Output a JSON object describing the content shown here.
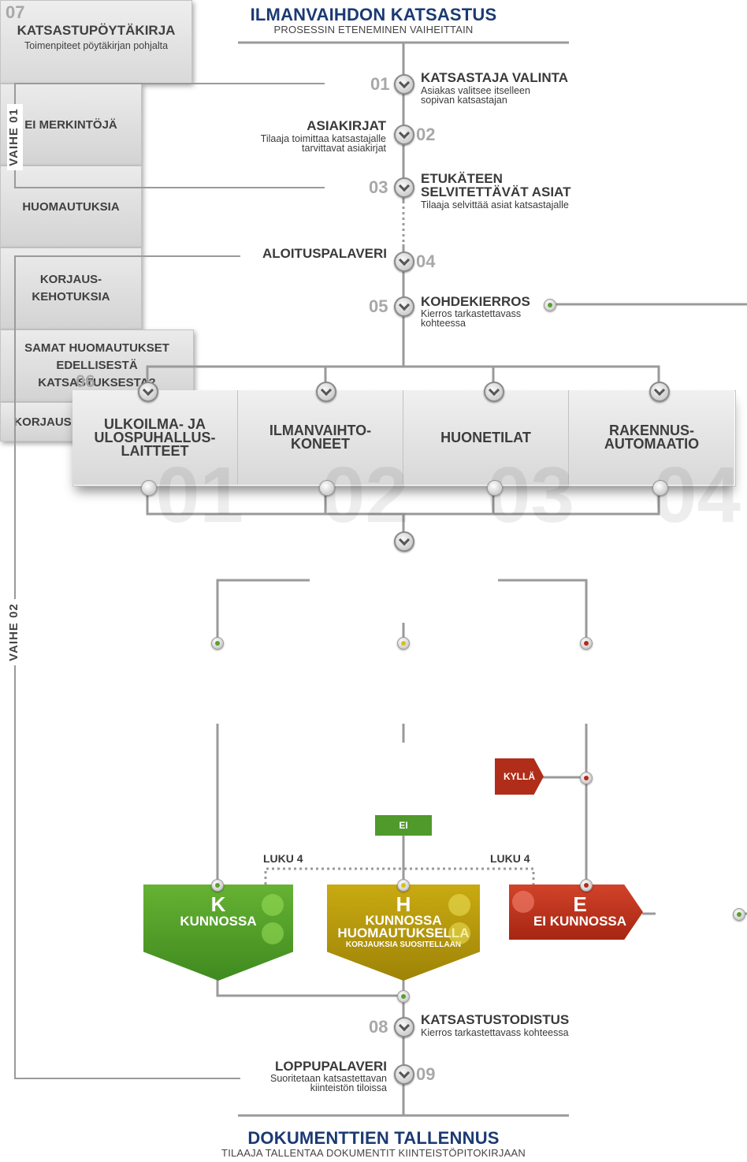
{
  "header": {
    "title": "ILMANVAIHDON KATSASTUS",
    "subtitle": "PROSESSIN ETENEMINEN VAIHEITTAIN"
  },
  "footer": {
    "title": "DOKUMENTTIEN TALLENNUS",
    "subtitle": "TILAAJA TALLENTAA DOKUMENTIT KIINTEISTÖPITOKIRJAAN"
  },
  "phases": {
    "phase1": "VAIHE 01",
    "phase2": "VAIHE 02"
  },
  "steps": [
    {
      "num": "01",
      "title": "KATSASTAJA  VALINTA",
      "desc1": "Asiakas valitsee itselleen",
      "desc2": "sopivan katsastajan"
    },
    {
      "num": "02",
      "title": "ASIAKIRJAT",
      "desc1": "Tilaaja toimittaa katsastajalle",
      "desc2": "tarvittavat asiakirjat"
    },
    {
      "num": "03",
      "title1": "ETUKÄTEEN",
      "title2": "SELVITETTÄVÄT ASIAT",
      "desc1": "Tilaaja selvittää asiat katsastajalle"
    },
    {
      "num": "04",
      "title": "ALOITUSPALAVERI"
    },
    {
      "num": "05",
      "title": "KOHDEKIERROS",
      "desc1": "Kierros tarkastettavass",
      "desc2": "kohteessa"
    },
    {
      "num": "06"
    },
    {
      "num": "07",
      "title": "KATSASTUPÖYTÄKIRJA",
      "desc1": "Toimenpiteet pöytäkirjan pohjalta"
    },
    {
      "num": "08",
      "title": "KATSASTUSTODISTUS",
      "desc1": "Kierros tarkastettavass kohteessa"
    },
    {
      "num": "09",
      "title": "LOPPUPALAVERI",
      "desc1": "Suoritetaan katsastettavan",
      "desc2": "kiinteistön tiloissa"
    }
  ],
  "categories": [
    {
      "l1": "ULKOILMA- JA",
      "l2": "ULOSPUHALLUS-",
      "l3": "LAITTEET",
      "watermark": "01"
    },
    {
      "l1": "ILMANVAIHTO-",
      "l2": "KONEET",
      "watermark": "02"
    },
    {
      "l1": "HUONETILAT",
      "watermark": "03"
    },
    {
      "l1": "RAKENNUS-",
      "l2": "AUTOMAATIO",
      "watermark": "04"
    }
  ],
  "results": [
    {
      "label": "EI MERKINTÖJÄ"
    },
    {
      "label": "HUOMAUTUKSIA"
    },
    {
      "l1": "KORJAUS-",
      "l2": "KEHOTUKSIA"
    }
  ],
  "question": {
    "l1": "SAMAT HUOMAUTUKSET",
    "l2": "EDELLISESTÄ",
    "l3": "KATSASTUKSESTA?",
    "yes": "KYLLÄ",
    "no": "EI"
  },
  "luku": {
    "left": "LUKU 4",
    "right": "LUKU 4"
  },
  "outcomes": [
    {
      "letter": "K",
      "l1": "KUNNOSSA",
      "color": "#4f9a2a"
    },
    {
      "letter": "H",
      "l1": "KUNNOSSA",
      "l2": "HUOMAUTUKSELLA",
      "l3": "KORJAUKSIA SUOSITELLAAN",
      "color": "#b59a0c"
    },
    {
      "letter": "E",
      "l1": "EI KUNNOSSA",
      "color": "#c0341c"
    }
  ],
  "repair": {
    "label": "KORJAUS"
  },
  "colors": {
    "green": "#5aa02c",
    "yellow": "#d4c21a",
    "red": "#b52b18",
    "navy": "#1b3a73"
  }
}
